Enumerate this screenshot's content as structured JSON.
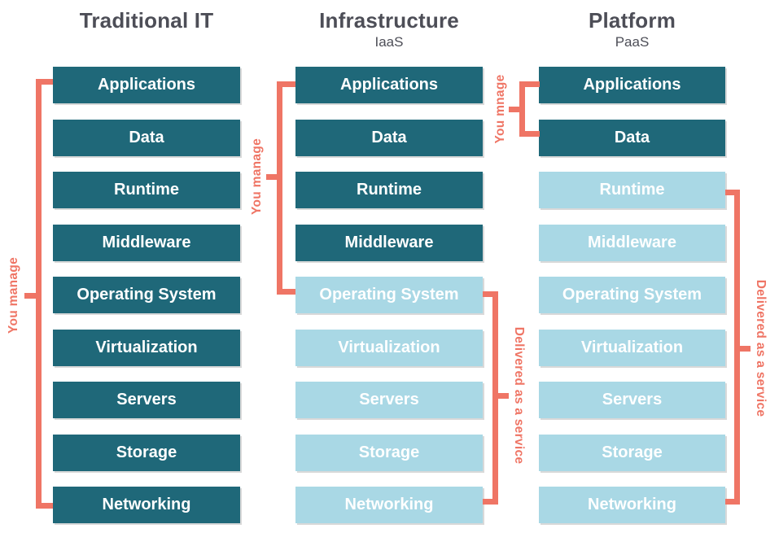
{
  "colors": {
    "dark": "#1f6879",
    "light": "#a9d8e5",
    "accent": "#ef7565",
    "heading": "#4d4e57",
    "box_text": "#ffffff"
  },
  "columns": [
    {
      "title": "Traditional IT",
      "subtitle": "",
      "boxes": [
        {
          "label": "Applications",
          "style": "dark"
        },
        {
          "label": "Data",
          "style": "dark"
        },
        {
          "label": "Runtime",
          "style": "dark"
        },
        {
          "label": "Middleware",
          "style": "dark"
        },
        {
          "label": "Operating System",
          "style": "dark"
        },
        {
          "label": "Virtualization",
          "style": "dark"
        },
        {
          "label": "Servers",
          "style": "dark"
        },
        {
          "label": "Storage",
          "style": "dark"
        },
        {
          "label": "Networking",
          "style": "dark"
        }
      ]
    },
    {
      "title": "Infrastructure",
      "subtitle": "IaaS",
      "boxes": [
        {
          "label": "Applications",
          "style": "dark"
        },
        {
          "label": "Data",
          "style": "dark"
        },
        {
          "label": "Runtime",
          "style": "dark"
        },
        {
          "label": "Middleware",
          "style": "dark"
        },
        {
          "label": "Operating System",
          "style": "light"
        },
        {
          "label": "Virtualization",
          "style": "light"
        },
        {
          "label": "Servers",
          "style": "light"
        },
        {
          "label": "Storage",
          "style": "light"
        },
        {
          "label": "Networking",
          "style": "light"
        }
      ]
    },
    {
      "title": "Platform",
      "subtitle": "PaaS",
      "boxes": [
        {
          "label": "Applications",
          "style": "dark"
        },
        {
          "label": "Data",
          "style": "dark"
        },
        {
          "label": "Runtime",
          "style": "light"
        },
        {
          "label": "Middleware",
          "style": "light"
        },
        {
          "label": "Operating System",
          "style": "light"
        },
        {
          "label": "Virtualization",
          "style": "light"
        },
        {
          "label": "Servers",
          "style": "light"
        },
        {
          "label": "Storage",
          "style": "light"
        },
        {
          "label": "Networking",
          "style": "light"
        }
      ]
    }
  ],
  "brackets": [
    {
      "label": "You manage"
    },
    {
      "label": "You manage"
    },
    {
      "label": "You mnage"
    },
    {
      "label": "Delivered as a service"
    },
    {
      "label": "Delivered as a service"
    }
  ]
}
